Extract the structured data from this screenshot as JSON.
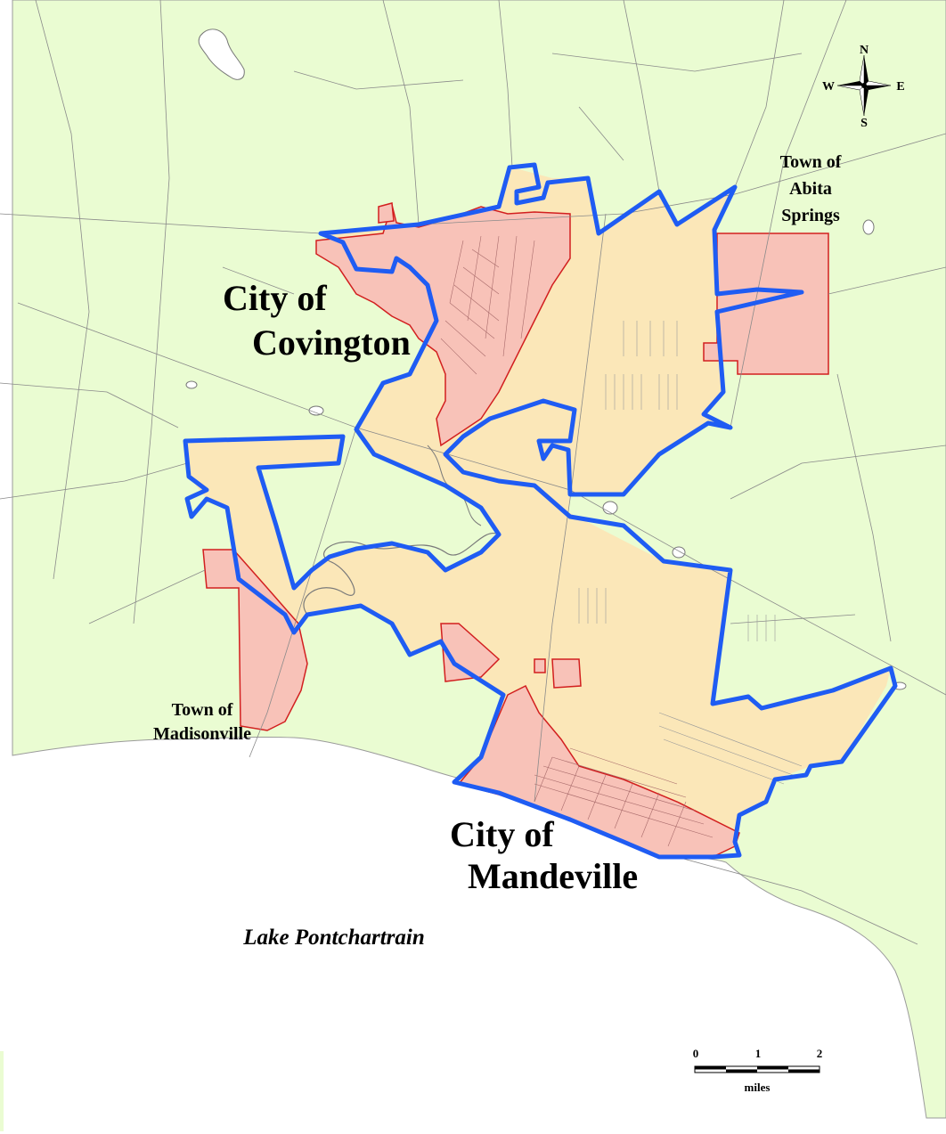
{
  "map": {
    "place_labels": {
      "covington_line1": "City of",
      "covington_line2": "Covington",
      "mandeville_line1": "City of",
      "mandeville_line2": "Mandeville",
      "abita_line1": "Town of",
      "abita_line2": "Abita",
      "abita_line3": "Springs",
      "madisonville_line1": "Town of",
      "madisonville_line2": "Madisonville",
      "lake": "Lake Pontchartrain"
    },
    "compass": {
      "n": "N",
      "s": "S",
      "e": "E",
      "w": "W"
    },
    "scale_bar": {
      "ticks": [
        "0",
        "1",
        "2"
      ],
      "unit": "miles"
    },
    "colors": {
      "land": "#eafcd2",
      "water": "#ffffff",
      "study_area": "#fbe7b8",
      "municipal": "#f8c2b8",
      "municipal_edge": "#d21f1f",
      "boundary": "#1f5cf3",
      "roads": "#8a8a8a"
    }
  }
}
